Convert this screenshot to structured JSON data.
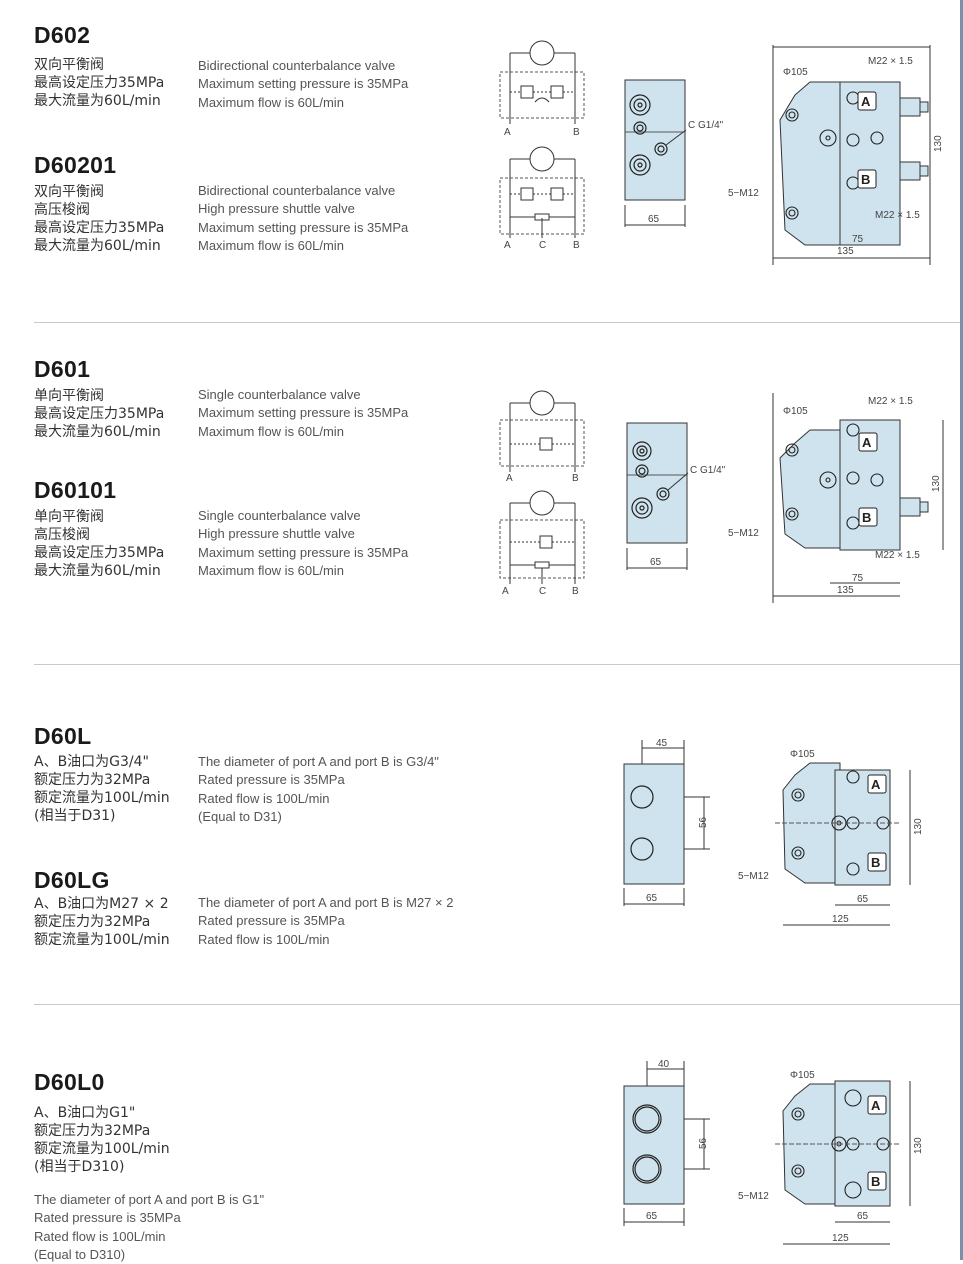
{
  "sections": {
    "d602": {
      "model": "D602",
      "cn": [
        "双向平衡阀",
        "最高设定压力35MPa",
        "最大流量为60L/min"
      ],
      "en": [
        "Bidirectional counterbalance valve",
        "Maximum setting pressure is 35MPa",
        "Maximum flow is 60L/min"
      ]
    },
    "d60201": {
      "model": "D60201",
      "cn": [
        "双向平衡阀",
        "高压梭阀",
        "最高设定压力35MPa",
        "最大流量为60L/min"
      ],
      "en": [
        "Bidirectional counterbalance valve",
        "High pressure shuttle valve",
        "Maximum setting pressure is 35MPa",
        "Maximum flow is 60L/min"
      ]
    },
    "d601": {
      "model": "D601",
      "cn": [
        "单向平衡阀",
        "最高设定压力35MPa",
        "最大流量为60L/min"
      ],
      "en": [
        "Single counterbalance valve",
        "Maximum setting pressure is 35MPa",
        "Maximum flow is 60L/min"
      ]
    },
    "d60101": {
      "model": "D60101",
      "cn": [
        "单向平衡阀",
        "高压梭阀",
        "最高设定压力35MPa",
        "最大流量为60L/min"
      ],
      "en": [
        "Single counterbalance valve",
        "High pressure shuttle valve",
        "Maximum setting pressure is 35MPa",
        "Maximum flow is 60L/min"
      ]
    },
    "d60l": {
      "model": "D60L",
      "cn": [
        "A、B油口为G3/4\"",
        "额定压力为32MPa",
        "额定流量为100L/min",
        "(相当于D31)"
      ],
      "en": [
        "The diameter of port A and port B is G3/4\"",
        "Rated pressure is 35MPa",
        "Rated flow is 100L/min",
        "(Equal to D31)"
      ]
    },
    "d60lg": {
      "model": "D60LG",
      "cn": [
        "A、B油口为M27 × 2",
        "额定压力为32MPa",
        "额定流量为100L/min"
      ],
      "en": [
        "The diameter of port A and port B is M27 × 2",
        "Rated pressure is 35MPa",
        "Rated flow is 100L/min"
      ]
    },
    "d60l0": {
      "model": "D60L0",
      "cn": [
        "A、B油口为G1\"",
        "额定压力为32MPa",
        "额定流量为100L/min",
        "(相当于D310)"
      ],
      "en": [
        "The diameter of port A and port B is G1\"",
        "Rated pressure is 35MPa",
        "Rated flow is 100L/min",
        "(Equal to D310)"
      ]
    }
  },
  "drawing_labels": {
    "port_a": "A",
    "port_b": "B",
    "port_c": "C",
    "cg14": "C G1/4\"",
    "phi105": "Φ105",
    "m22": "M22 × 1.5",
    "m12": "5−M12",
    "d130": "130",
    "d135": "135",
    "d75": "75",
    "d65": "65",
    "d125": "125",
    "d56": "56",
    "d45": "45",
    "d40": "40"
  },
  "colors": {
    "block": "#cfe3ee",
    "line": "#333333",
    "divider": "#c9c9c9"
  }
}
